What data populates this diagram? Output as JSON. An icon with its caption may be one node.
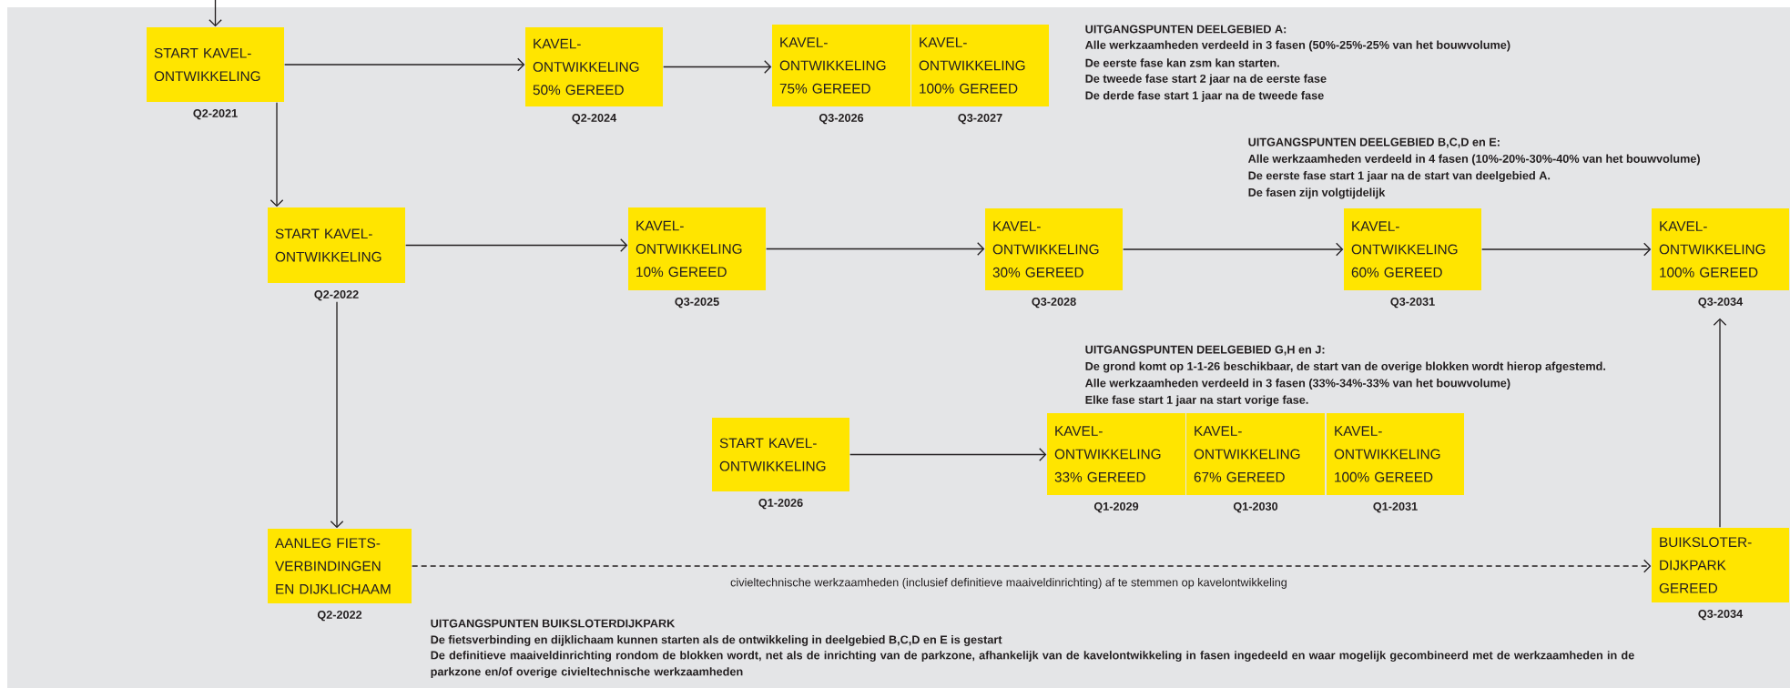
{
  "diagram": {
    "nodes": [
      {
        "text": [
          "START KAVEL- ONTWIKKELING"
        ],
        "beside": [
          "Q2-2021"
        ]
      },
      {
        "text": [
          "KAVEL- ONTWIKKELING 50% GEREED"
        ],
        "beside": [
          "Q2-2024"
        ]
      },
      {
        "text": [
          "KAVEL- ONTWIKKELING 75% GEREED"
        ],
        "beside": [
          "Q3-2026"
        ]
      },
      {
        "text": [
          "KAVEL- ONTWIKKELING 100% GEREED"
        ],
        "beside": [
          "Q3-2027"
        ]
      },
      {
        "text": [
          "START KAVEL- ONTWIKKELING"
        ],
        "beside": [
          "Q2-2022"
        ]
      },
      {
        "text": [
          "KAVEL- ONTWIKKELING 10% GEREED"
        ],
        "beside": [
          "Q3-2025"
        ]
      },
      {
        "text": [
          "KAVEL- ONTWIKKELING 30% GEREED"
        ],
        "beside": [
          "Q3-2028"
        ]
      },
      {
        "text": [
          "KAVEL- ONTWIKKELING 60% GEREED"
        ],
        "beside": [
          "Q3-2031"
        ]
      },
      {
        "text": [
          "KAVEL- ONTWIKKELING 100% GEREED"
        ],
        "beside": [
          "Q3-2034"
        ]
      },
      {
        "text": [
          "AANLEG FIETS- VERBINDINGEN EN DIJKLICHAAM"
        ],
        "beside": [
          "Q2-2022"
        ]
      },
      {
        "text": [
          "START KAVEL- ONTWIKKELING"
        ],
        "beside": [
          "Q1-2026"
        ]
      },
      {
        "text": [
          "KAVEL- ONTWIKKELING 33% GEREED"
        ],
        "beside": [
          "Q1-2029"
        ]
      },
      {
        "text": [
          "KAVEL- ONTWIKKELING 67% GEREED"
        ],
        "beside": [
          "Q1-2030"
        ]
      },
      {
        "text": [
          "KAVEL- ONTWIKKELING 100% GEREED"
        ],
        "beside": [
          "Q1-2031"
        ]
      },
      {
        "text": [
          "BUIKSLOTER- DIJKPARK GEREED"
        ],
        "beside": [
          "Q3-2034"
        ]
      }
    ],
    "edges": [
      {
        "from": null,
        "to": 0,
        "arrow": "to"
      },
      {
        "from": 0,
        "to": 1,
        "arrow": "to"
      },
      {
        "from": 1,
        "to": 2,
        "arrow": "to"
      },
      {
        "from": 0,
        "to": 4,
        "arrow": "to"
      },
      {
        "from": 4,
        "to": 5,
        "arrow": "to"
      },
      {
        "from": 5,
        "to": 6,
        "arrow": "to"
      },
      {
        "from": 6,
        "to": 7,
        "arrow": "to"
      },
      {
        "from": 7,
        "to": 8,
        "arrow": "to"
      },
      {
        "from": 4,
        "to": 9,
        "arrow": "to"
      },
      {
        "from": 9,
        "to": 14,
        "arrow": "to",
        "style": "dashed",
        "label": "civieltechnische werkzaamheden (inclusief definitieve maaiveldinrichting) af te stemmen op kavelontwikkeling"
      },
      {
        "from": 14,
        "to": 8,
        "arrow": "to"
      },
      {
        "from": 10,
        "to": 11,
        "arrow": "to"
      }
    ],
    "labels": [
      "UITGANGSPUNTEN DEELGEBIED A:",
      "Alle werkzaamheden verdeeld in 3 fasen (50%-25%-25% van het bouwvolume)",
      "De eerste fase kan zsm kan starten.",
      "De tweede fase start 2 jaar na de eerste fase",
      "De derde fase start 1 jaar na de tweede fase",
      "UITGANGSPUNTEN DEELGEBIED B,C,D en E:",
      "Alle werkzaamheden verdeeld in 4 fasen (10%-20%-30%-40% van het bouwvolume)",
      "De eerste fase start 1 jaar na de start van deelgebied A.",
      "De fasen zijn volgtijdelijk",
      "UITGANGSPUNTEN DEELGEBIED G,H en J:",
      "De grond komt op 1-1-26 beschikbaar, de start van de overige blokken wordt hierop afgestemd.",
      "Alle werkzaamheden verdeeld in 3 fasen (33%-34%-33% van het bouwvolume)",
      "Elke fase start 1 jaar na start vorige fase.",
      "UITGANGSPUNTEN BUIKSLOTERDIJKPARK",
      "De fietsverbinding en dijklichaam kunnen starten als de ontwikkeling in deelgebied B,C,D en E is gestart",
      "De definitieve maaiveldinrichting rondom de blokken wordt, net als de inrichting van de parkzone, afhankelijk van de kavelontwikkeling in fasen ingedeeld en waar mogelijk gecombineerd met de werkzaamheden in de parkzone en/of overige civieltechnische werkzaamheden"
    ]
  }
}
